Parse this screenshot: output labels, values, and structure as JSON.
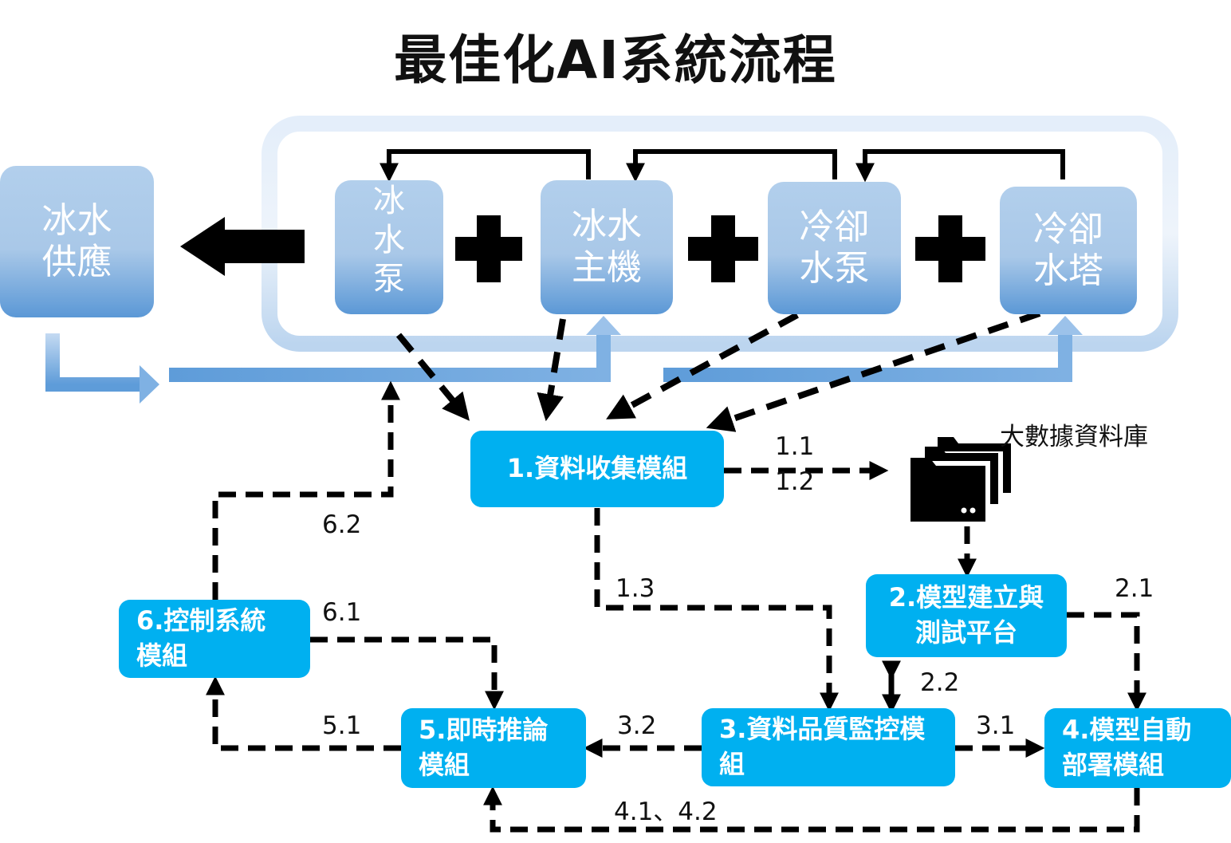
{
  "title": "最佳化AI系統流程",
  "equipment": {
    "supply": "冰水供應",
    "pump": "冰水泵",
    "chiller": "冰水主機",
    "cooling_pump": "冷卻水泵",
    "cooling_tower": "冷卻水塔"
  },
  "database_label": "大數據資料庫",
  "modules": {
    "m1": "1.資料收集模組",
    "m2": "2.模型建立與測試平台",
    "m3": "3.資料品質監控模組",
    "m4": "4.模型自動部署模組",
    "m5": "5.即時推論模組",
    "m6": "6.控制系統模組"
  },
  "flow_labels": {
    "l1_1": "1.1",
    "l1_2": "1.2",
    "l1_3": "1.3",
    "l2_1": "2.1",
    "l2_2": "2.2",
    "l3_1": "3.1",
    "l3_2": "3.2",
    "l4": "4.1、4.2",
    "l5_1": "5.1",
    "l6_1": "6.1",
    "l6_2": "6.2"
  },
  "colors": {
    "module": "#00b0f0",
    "equipment_light": "#b2cfec",
    "equipment_dark": "#5b98d6",
    "pipe": "#6ea6dc",
    "arrow": "#000000"
  }
}
